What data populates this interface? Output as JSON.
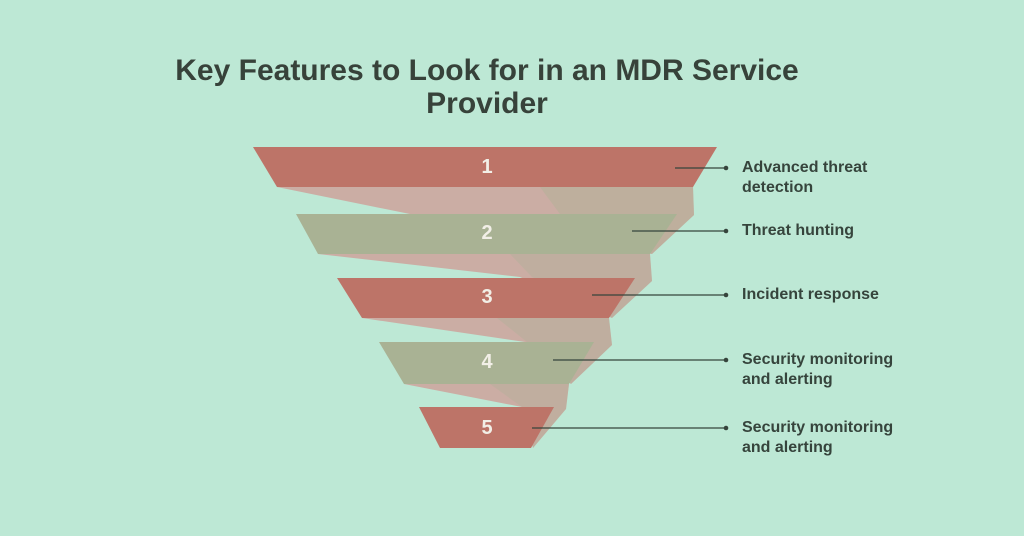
{
  "title": "Key Features to Look for in an MDR Service Provider",
  "funnel": {
    "type": "funnel-diagram",
    "items": [
      {
        "number": "1",
        "label": "Advanced threat detection"
      },
      {
        "number": "2",
        "label": "Threat hunting"
      },
      {
        "number": "3",
        "label": "Incident response"
      },
      {
        "number": "4",
        "label": "Security monitoring and alerting"
      },
      {
        "number": "5",
        "label": "Security monitoring and alerting"
      }
    ]
  },
  "colors": {
    "background": "#bde8d5",
    "segment_terracotta": "#bd7468",
    "segment_sage": "#a9b294",
    "ribbon_tan": "#cbada4",
    "text_dark": "#36443c",
    "number_text": "#f2efe7"
  }
}
